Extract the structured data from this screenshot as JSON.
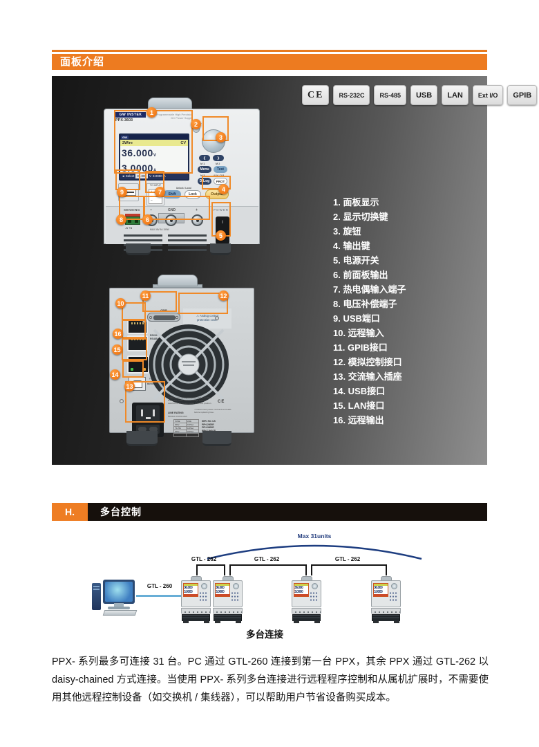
{
  "header": {
    "title": "面板介绍"
  },
  "cert_badges": [
    "CE",
    "RS-232C",
    "RS-485",
    "USB",
    "LAN",
    "Ext I/O",
    "GPIB"
  ],
  "features": [
    "1. 面板显示",
    "2. 显示切换键",
    "3. 旋钮",
    "4. 输出键",
    "5. 电源开关",
    "6. 前面板输出",
    "7. 热电偶输入端子",
    "8. 电压补偿端子",
    "9. USB端口",
    "10. 远程输入",
    "11. GPIB接口",
    "12. 模拟控制接口",
    "13. 交流输入插座",
    "14. USB接口",
    "15. LAN接口",
    "16. 远程输出"
  ],
  "callouts": [
    "1",
    "2",
    "3",
    "4",
    "5",
    "6",
    "7",
    "8",
    "9",
    "10",
    "11",
    "12",
    "13",
    "14",
    "15",
    "16"
  ],
  "front": {
    "brand": "GW INSTEK",
    "model": "PPX-3603",
    "tagline1": "Programmable High Precision",
    "tagline2": "DC Power Supply",
    "screen": {
      "gw": "GW",
      "mode": "2Wire",
      "cv": "CV",
      "v": "36.000",
      "v_unit": "V",
      "a": "3.0000",
      "a_unit": "A",
      "select": "◄ Select",
      "sel_v": "36.000",
      "sel_v_unit": "V",
      "sel_a": "3.0000",
      "sel_a_unit": "A"
    },
    "display_label": "Display",
    "arrow_left": "❮",
    "arrow_right": "❯",
    "m1": "M 1",
    "m2": "M 2",
    "m3": "M 3",
    "alm": "ALM_CLR",
    "menu": "Menu",
    "test": "Test",
    "dlog": "D-Log",
    "prot": "PROT",
    "unlock": "Unlock / Local",
    "shift": "Shift",
    "lock": "Lock",
    "output": "Output",
    "tc_input": "TC INPUT",
    "tc_plus": "+",
    "tc_minus": "−",
    "sensing": "SENSING",
    "s_neg": "-S",
    "s_pos": "+S",
    "t_minus": "−",
    "t_gnd": "GND",
    "t_plus": "+",
    "t_rating": "MAX 36V 5A 150W",
    "power": "POWER",
    "switch_on": "I",
    "switch_off": "O"
  },
  "rear": {
    "gpib": "GPIB",
    "cover1": "⚠ Analog control",
    "cover2": "protection cover",
    "rs232": "RS232",
    "rs485": "RS485",
    "lan": "LAN",
    "usb_icon": "♆",
    "device": "DEVICE",
    "warn1": "⚠ Before connecting the power plug to an AC line outlet, make sure the voltage selector switches of the bottom panel in correct position.",
    "line_rating": "LINE RATING",
    "line_rating2": "50/60Hz 150VA MAX",
    "warn2": "⚠ Disconnect power cord and test leads before replacing fuse.",
    "fuse_h": "FUSE",
    "line_h": "LINE",
    "fuse_rows": [
      [
        "250V",
        "100Vac"
      ],
      [
        "T1.25A",
        "120Vac"
      ],
      [
        "250V",
        "220Vac"
      ],
      [
        "T1.6A",
        "240Vac"
      ]
    ],
    "ser": "SER. NO.  LB",
    "model1": "PPH-2605R",
    "model2": "PPH-3603R",
    "model3": "PPH-10H01R",
    "ce": "CE"
  },
  "section2": {
    "letter": "H.",
    "title": "多台控制"
  },
  "diagram": {
    "max_units": "Max 31units",
    "gtl260": "GTL - 260",
    "gtl262": "GTL - 262",
    "caption": "多台连接",
    "unit_v": "36.000",
    "unit_a": "3.0000"
  },
  "paragraph": "PPX- 系列最多可连接 31 台。PC 通过 GTL-260 连接到第一台 PPX，其余 PPX 通过 GTL-262 以 daisy-chained 方式连接。当使用 PPX- 系列多台连接进行远程程序控制和从属机扩展时，不需要使用其他远程控制设备（如交换机 / 集线器），可以帮助用户节省设备购买成本。"
}
